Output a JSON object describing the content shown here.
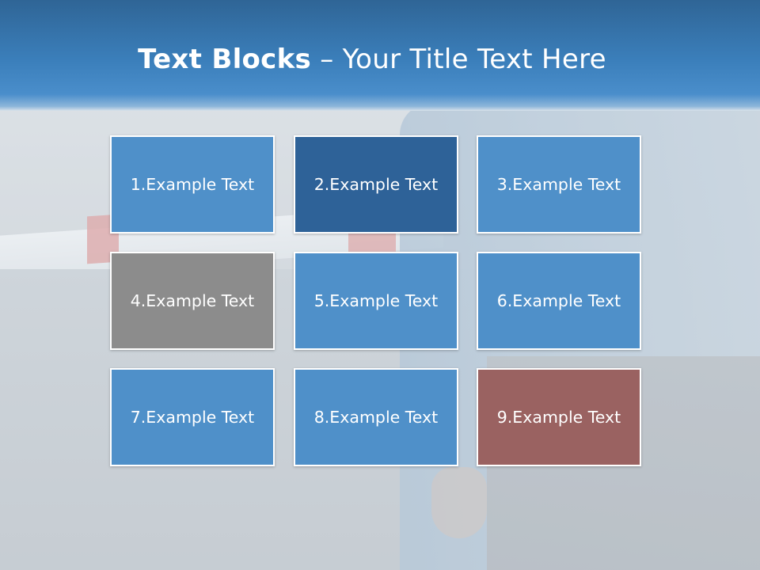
{
  "title": {
    "strong": "Text Blocks",
    "separator": " – ",
    "rest": "Your Title Text Here"
  },
  "blocks": [
    {
      "label": "1.Example Text",
      "color": "#4f90c9"
    },
    {
      "label": "2.Example Text",
      "color": "#2e6298"
    },
    {
      "label": "3.Example Text",
      "color": "#4f90c9"
    },
    {
      "label": "4.Example Text",
      "color": "#8c8c8c"
    },
    {
      "label": "5.Example Text",
      "color": "#4f90c9"
    },
    {
      "label": "6.Example Text",
      "color": "#4f90c9"
    },
    {
      "label": "7.Example Text",
      "color": "#4f90c9"
    },
    {
      "label": "8.Example Text",
      "color": "#4f90c9"
    },
    {
      "label": "9.Example Text",
      "color": "#9a6261"
    }
  ]
}
